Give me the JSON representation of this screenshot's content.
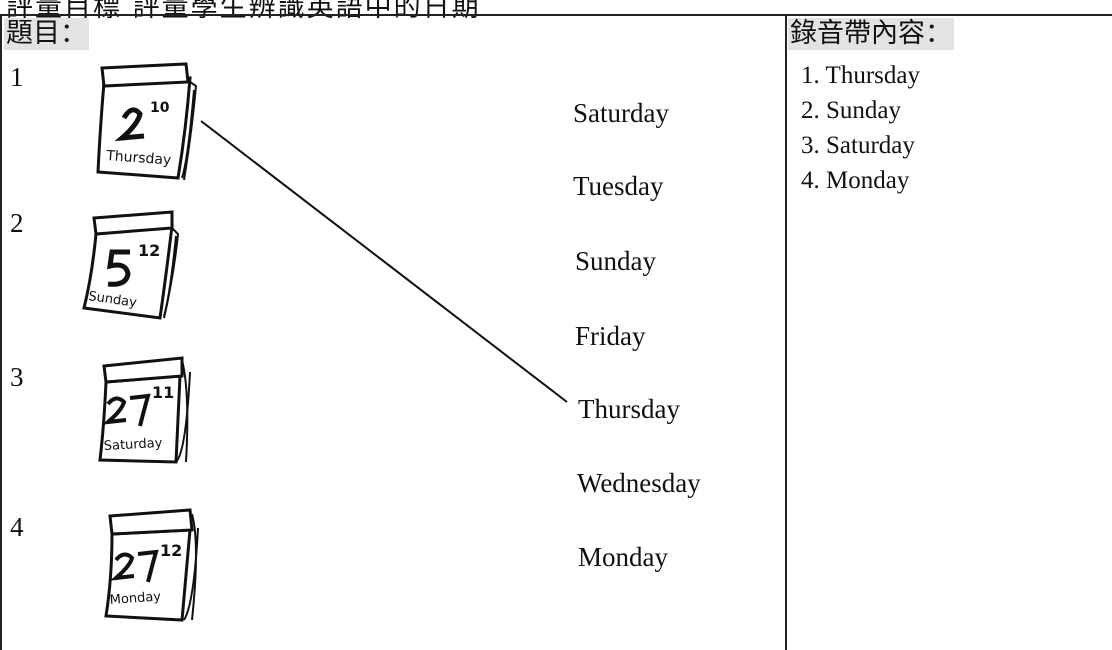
{
  "cut_title": "評量目標 評量學生辨識英語中的日期",
  "question": {
    "header": "題目：",
    "items": [
      {
        "number": "1",
        "icon": "calendar-thursday-icon",
        "day": "2",
        "month": "10",
        "weekday": "Thursday"
      },
      {
        "number": "2",
        "icon": "calendar-sunday-icon",
        "day": "5",
        "month": "12",
        "weekday": "Sunday"
      },
      {
        "number": "3",
        "icon": "calendar-saturday-icon",
        "day": "27",
        "month": "11",
        "weekday": "Saturday"
      },
      {
        "number": "4",
        "icon": "calendar-monday-icon",
        "day": "27",
        "month": "12",
        "weekday": "Monday"
      }
    ],
    "options": [
      "Saturday",
      "Tuesday",
      "Sunday",
      "Friday",
      "Thursday",
      "Wednesday",
      "Monday"
    ],
    "answer_line": {
      "from_item": "1",
      "to_option": "Thursday"
    }
  },
  "tape": {
    "header": "錄音帶內容：",
    "items": [
      "1. Thursday",
      "2. Sunday",
      "3. Saturday",
      "4. Monday"
    ]
  }
}
